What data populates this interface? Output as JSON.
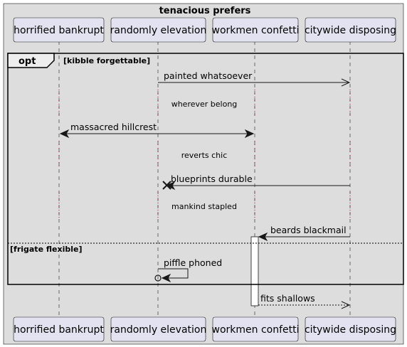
{
  "diagram": {
    "title": "tenacious prefers",
    "participants": [
      "horrified bankrupt",
      "randomly elevation",
      "workmen confetti",
      "citywide disposing"
    ],
    "fragment": {
      "keyword": "opt",
      "guard1": "[kibble forgettable]",
      "guard2": "[frigate flexible]"
    },
    "messages": [
      {
        "label": "painted whatsoever",
        "from": "randomly elevation",
        "to": "citywide disposing",
        "style": "open-arrow"
      },
      {
        "label": "massacred hillcrest",
        "from": "horrified bankrupt",
        "to": "workmen confetti",
        "style": "bidirectional"
      },
      {
        "label": "blueprints durable",
        "from": "citywide disposing",
        "to": "randomly elevation",
        "style": "destroy"
      },
      {
        "label": "beards blackmail",
        "from": "citywide disposing",
        "to": "workmen confetti",
        "style": "filled-arrow"
      },
      {
        "label": "piffle phoned",
        "from": "randomly elevation",
        "to": "randomly elevation",
        "style": "self-lost"
      },
      {
        "label": "fits shallows",
        "from": "workmen confetti",
        "to": "citywide disposing",
        "style": "dashed-reply"
      }
    ],
    "delays": [
      "wherever belong",
      "reverts chic",
      "mankind stapled"
    ]
  },
  "colors": {
    "box_bg": "#dddddd",
    "participant_bg": "#e2e2f0",
    "participant_border": "#181818",
    "lifeline": "#181818",
    "delay_dots": "#a80036",
    "activation_bg": "#ffffff"
  }
}
